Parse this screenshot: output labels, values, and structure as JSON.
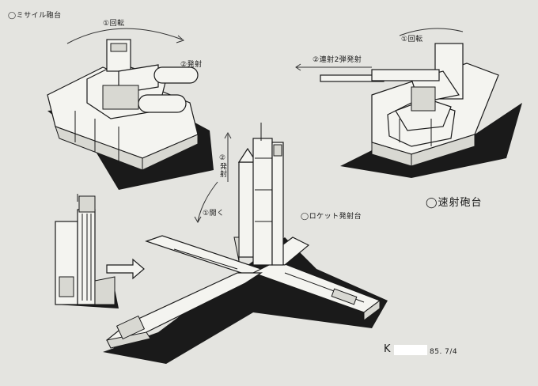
{
  "sheet_title": "◯ミサイル砲台",
  "missile_turret": {
    "rotate_label": "①回転",
    "fire_label": "②発射"
  },
  "rapid_turret": {
    "rotate_label": "①回転",
    "fire_label": "②連射2弾発射",
    "caption": "◯速射砲台"
  },
  "launch_pad": {
    "fire_label": "②発射",
    "open_label": "①開く",
    "caption": "◯ロケット発射台"
  },
  "signature": {
    "initial": "K",
    "date": "85. 7/4"
  }
}
